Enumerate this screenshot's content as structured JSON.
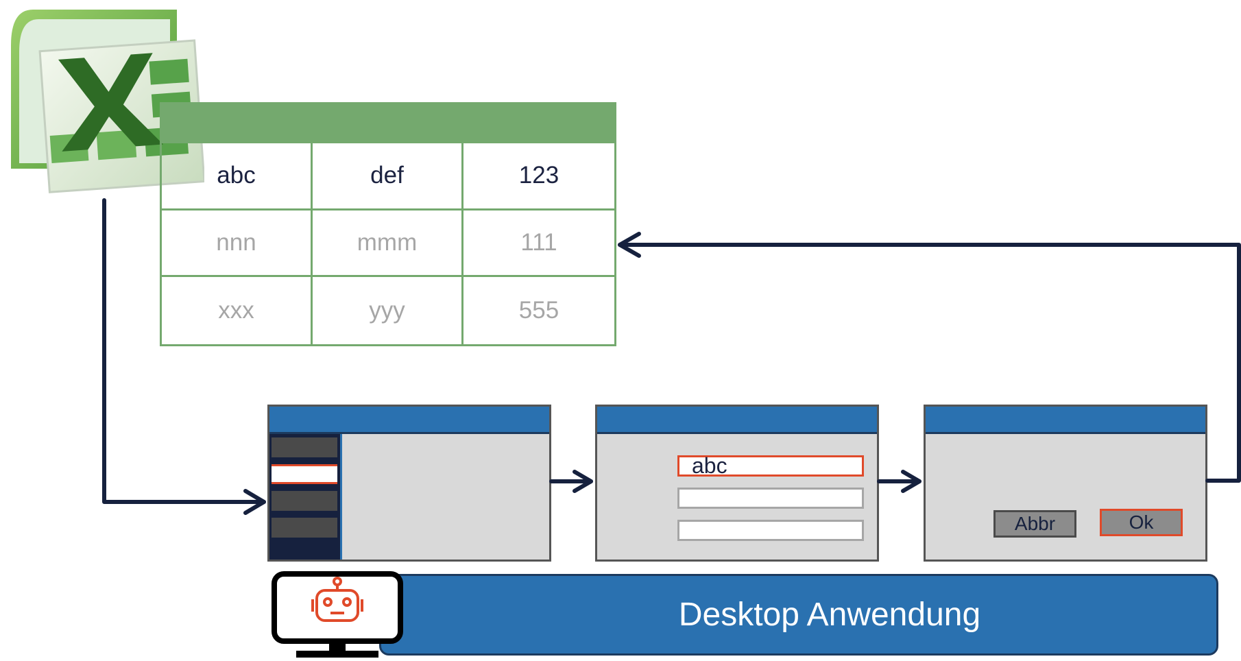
{
  "colors": {
    "excel_green": "#74a96e",
    "window_blue": "#2a71b0",
    "navy": "#16213e",
    "highlight_red": "#e04a2a",
    "arrow": "#16213e"
  },
  "excel_icon": "excel-logo-icon",
  "sheet": {
    "rows": [
      [
        "abc",
        "def",
        "123"
      ],
      [
        "nnn",
        "mmm",
        "111"
      ],
      [
        "xxx",
        "yyy",
        "555"
      ]
    ]
  },
  "window2": {
    "field_value": "abc"
  },
  "window3": {
    "cancel_label": "Abbr",
    "ok_label": "Ok"
  },
  "desktop": {
    "label": "Desktop Anwendung",
    "icon": "robot-monitor-icon"
  }
}
